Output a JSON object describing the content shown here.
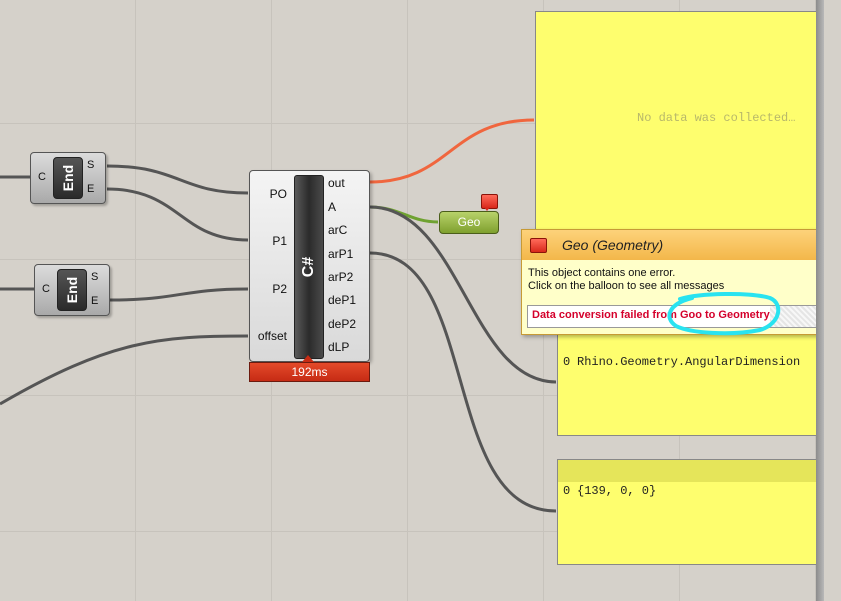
{
  "end_components": [
    {
      "input": "C",
      "core": "End",
      "outputs": [
        "S",
        "E"
      ]
    },
    {
      "input": "C",
      "core": "End",
      "outputs": [
        "S",
        "E"
      ]
    }
  ],
  "cs_component": {
    "core_label": "C#",
    "inputs": [
      "PO",
      "P1",
      "P2",
      "offset"
    ],
    "outputs": [
      "out",
      "A",
      "arC",
      "arP1",
      "arP2",
      "deP1",
      "deP2",
      "dLP"
    ],
    "timer": "192ms"
  },
  "geo_param": {
    "label": "Geo"
  },
  "panels": {
    "top": {
      "text": "No data was collected…"
    },
    "middle": {
      "index": "0",
      "text": "Rhino.Geometry.AngularDimension"
    },
    "bottom": {
      "index": "0",
      "text": "{139, 0, 0}"
    }
  },
  "tooltip": {
    "title": "Geo (Geometry)",
    "line1": "This object contains one error.",
    "line2": "Click on the balloon to see all messages",
    "error_prefix": "Data conversion failed from ",
    "error_highlight": "Goo to Geometry"
  },
  "colors": {
    "wire": "#555555",
    "wire_out": "#f0663e",
    "wire_geo": "#6fa231",
    "error": "#d4002b",
    "highlight": "#29e3f0"
  }
}
